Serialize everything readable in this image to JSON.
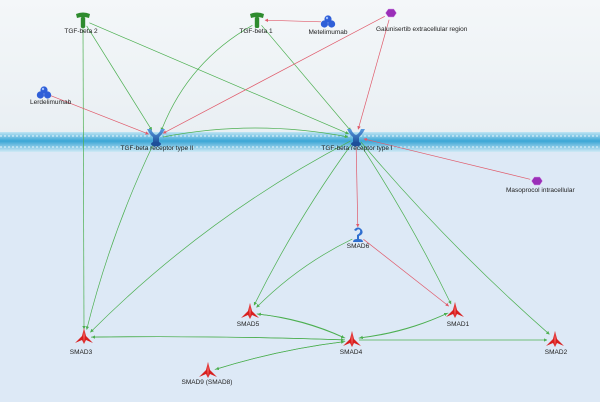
{
  "nodes": [
    {
      "id": "tgfb2",
      "label": "TGF-beta 2",
      "shape": "tee-icon",
      "color": "#2e8b2e"
    },
    {
      "id": "tgfb1",
      "label": "TGF-beta 1",
      "shape": "tee-icon",
      "color": "#2e8b2e"
    },
    {
      "id": "metelimumab",
      "label": "Metelimumab",
      "shape": "antibody-blob-icon",
      "color": "#2f5fd8"
    },
    {
      "id": "galunisertib",
      "label": "Galunisertib extracellular region",
      "shape": "hexagon-icon",
      "color": "#9a2fb8"
    },
    {
      "id": "lerdelimumab",
      "label": "Lerdelimumab",
      "shape": "antibody-blob-icon",
      "color": "#2f5fd8"
    },
    {
      "id": "tgfbr2",
      "label": "TGF-beta receptor type II",
      "shape": "receptor-icon",
      "color": "#2c6cc0"
    },
    {
      "id": "tgfbr1",
      "label": "TGF-beta receptor type I",
      "shape": "receptor-icon",
      "color": "#2c6cc0"
    },
    {
      "id": "masoprocol",
      "label": "Masoprocol intracellular",
      "shape": "hexagon-icon",
      "color": "#9a2fb8"
    },
    {
      "id": "smad6",
      "label": "SMAD6",
      "shape": "hook-icon",
      "color": "#2f6fd0"
    },
    {
      "id": "smad5",
      "label": "SMAD5",
      "shape": "tripod-icon",
      "color": "#d81f1f"
    },
    {
      "id": "smad1",
      "label": "SMAD1",
      "shape": "tripod-icon",
      "color": "#d81f1f"
    },
    {
      "id": "smad3",
      "label": "SMAD3",
      "shape": "tripod-icon",
      "color": "#d81f1f"
    },
    {
      "id": "smad4",
      "label": "SMAD4",
      "shape": "tripod-icon",
      "color": "#d81f1f"
    },
    {
      "id": "smad2",
      "label": "SMAD2",
      "shape": "tripod-icon",
      "color": "#d81f1f"
    },
    {
      "id": "smad9",
      "label": "SMAD9 (SMAD8)",
      "shape": "tripod-icon",
      "color": "#d81f1f"
    }
  ],
  "edges": [
    {
      "from": "tgfb2",
      "to": "tgfbr2",
      "kind": "activation"
    },
    {
      "from": "tgfb2",
      "to": "tgfbr1",
      "kind": "activation"
    },
    {
      "from": "tgfb2",
      "to": "smad3",
      "kind": "activation"
    },
    {
      "from": "tgfb1",
      "to": "tgfbr2",
      "kind": "activation"
    },
    {
      "from": "tgfb1",
      "to": "tgfbr1",
      "kind": "activation"
    },
    {
      "from": "metelimumab",
      "to": "tgfb1",
      "kind": "inhibition"
    },
    {
      "from": "galunisertib",
      "to": "tgfbr2",
      "kind": "inhibition"
    },
    {
      "from": "galunisertib",
      "to": "tgfbr1",
      "kind": "inhibition"
    },
    {
      "from": "lerdelimumab",
      "to": "tgfbr2",
      "kind": "inhibition"
    },
    {
      "from": "tgfbr2",
      "to": "tgfbr1",
      "kind": "activation"
    },
    {
      "from": "tgfbr2",
      "to": "smad3",
      "kind": "activation"
    },
    {
      "from": "masoprocol",
      "to": "tgfbr1",
      "kind": "inhibition"
    },
    {
      "from": "tgfbr1",
      "to": "smad3",
      "kind": "activation"
    },
    {
      "from": "tgfbr1",
      "to": "smad5",
      "kind": "activation"
    },
    {
      "from": "tgfbr1",
      "to": "smad1",
      "kind": "activation"
    },
    {
      "from": "tgfbr1",
      "to": "smad2",
      "kind": "activation"
    },
    {
      "from": "tgfbr1",
      "to": "smad6",
      "kind": "inhibition"
    },
    {
      "from": "smad6",
      "to": "smad5",
      "kind": "activation"
    },
    {
      "from": "smad6",
      "to": "smad1",
      "kind": "inhibition"
    },
    {
      "from": "smad5",
      "to": "smad4",
      "kind": "activation"
    },
    {
      "from": "smad4",
      "to": "smad5",
      "kind": "activation"
    },
    {
      "from": "smad1",
      "to": "smad4",
      "kind": "activation"
    },
    {
      "from": "smad4",
      "to": "smad1",
      "kind": "activation"
    },
    {
      "from": "smad3",
      "to": "smad4",
      "kind": "activation"
    },
    {
      "from": "smad4",
      "to": "smad3",
      "kind": "activation"
    },
    {
      "from": "smad4",
      "to": "smad2",
      "kind": "activation"
    },
    {
      "from": "smad9",
      "to": "smad4",
      "kind": "activation"
    },
    {
      "from": "smad4",
      "to": "smad9",
      "kind": "activation"
    }
  ],
  "colors": {
    "activation": "#4caf50",
    "inhibition": "#e05a6a",
    "membrane": "#3aa6d6",
    "extracellular": "#f1f5f8",
    "intracellular": "#dde9f6"
  }
}
